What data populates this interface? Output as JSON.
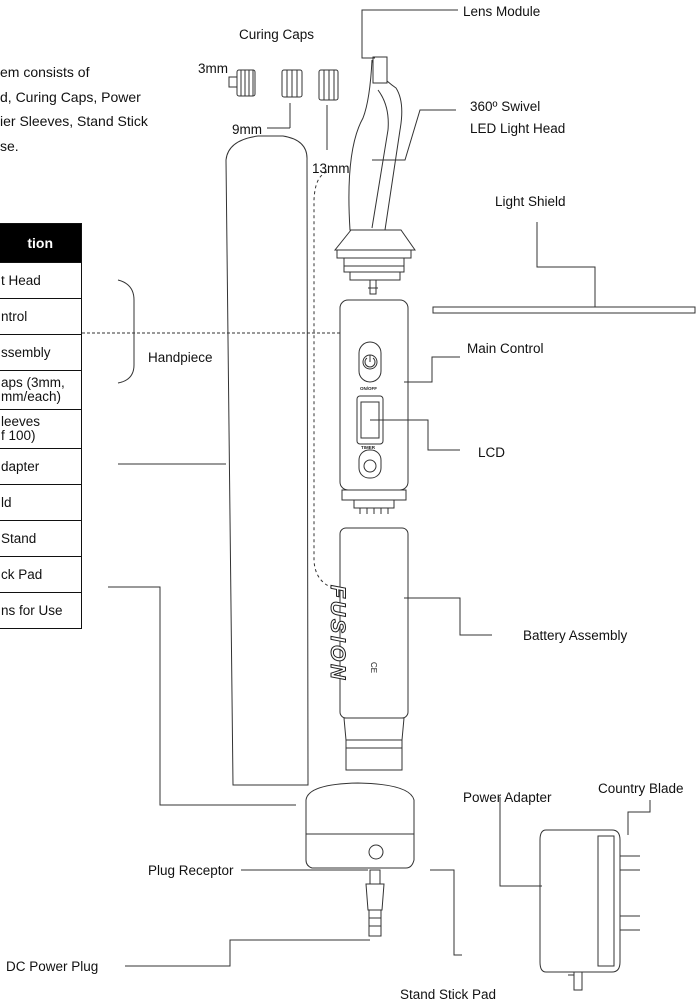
{
  "intro_lines": [
    "em consists of",
    "d, Curing Caps, Power",
    "ier Sleeves, Stand Stick",
    "se."
  ],
  "table": {
    "header": "tion",
    "rows": [
      "t Head",
      "ntrol",
      "ssembly",
      "aps (3mm,|mm/each)",
      "leeves|f 100)",
      "dapter",
      "ld",
      " Stand",
      "ck Pad",
      "ns for Use"
    ]
  },
  "labels": {
    "curing_caps": "Curing Caps",
    "cap_3mm": "3mm",
    "cap_9mm": "9mm",
    "cap_13mm": "13mm",
    "lens_module": "Lens Module",
    "swivel_line1": "360º Swivel",
    "swivel_line2": "LED Light Head",
    "light_shield": "Light Shield",
    "main_control": "Main Control",
    "lcd": "LCD",
    "handpiece": "Handpiece",
    "battery_assembly": "Battery Assembly",
    "power_adapter": "Power Adapter",
    "country_blade": "Country Blade",
    "plug_receptor": "Plug Receptor",
    "dc_power_plug": "DC Power Plug",
    "stand_stick_pad": "Stand Stick Pad",
    "brand": "FUSION",
    "ce_mark": "CE",
    "on_off": "ON/OFF",
    "timer": "TIMER"
  },
  "colors": {
    "line": "#333333",
    "fill": "#ffffff",
    "header_bg": "#000000"
  }
}
